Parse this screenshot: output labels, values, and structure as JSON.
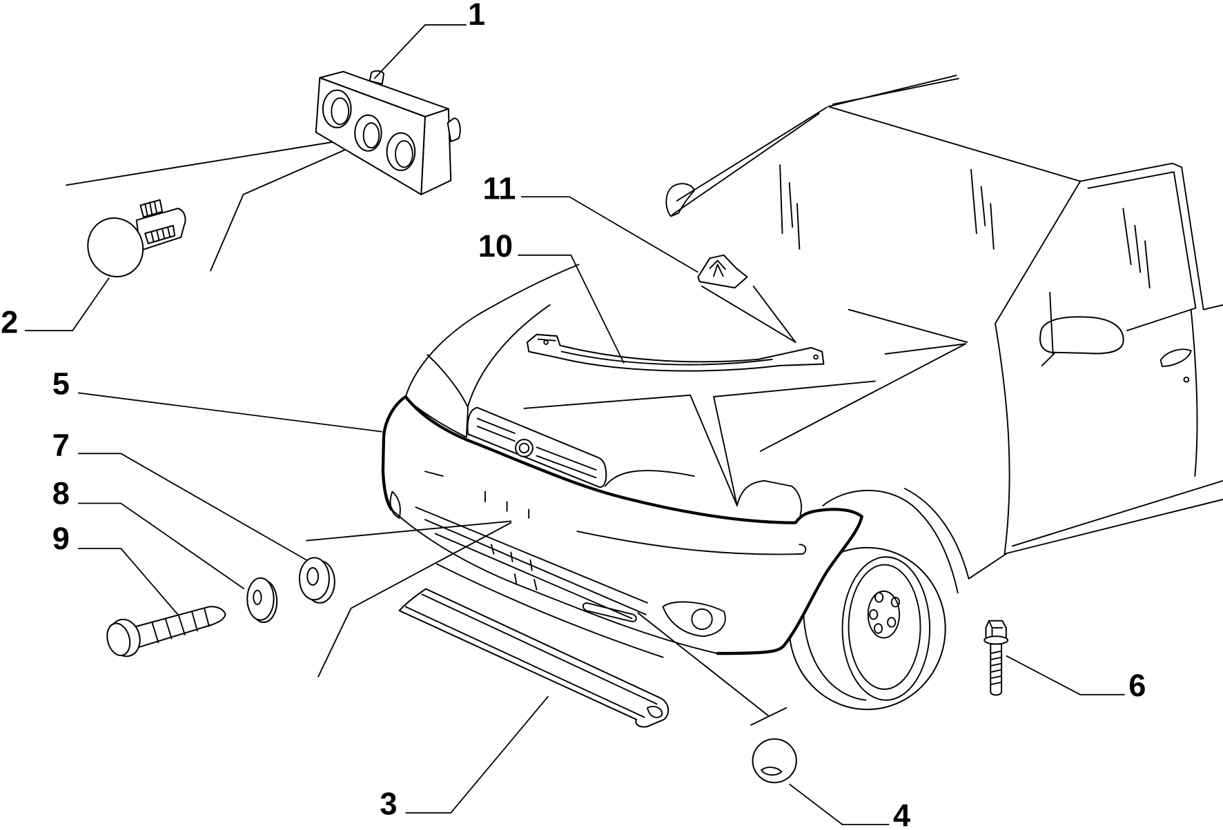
{
  "colors": {
    "line": "#000000",
    "background": "#ffffff"
  },
  "callouts": [
    {
      "label": "1"
    },
    {
      "label": "2"
    },
    {
      "label": "3"
    },
    {
      "label": "4"
    },
    {
      "label": "5"
    },
    {
      "label": "6"
    },
    {
      "label": "7"
    },
    {
      "label": "8"
    },
    {
      "label": "9"
    },
    {
      "label": "10"
    },
    {
      "label": "11"
    }
  ]
}
